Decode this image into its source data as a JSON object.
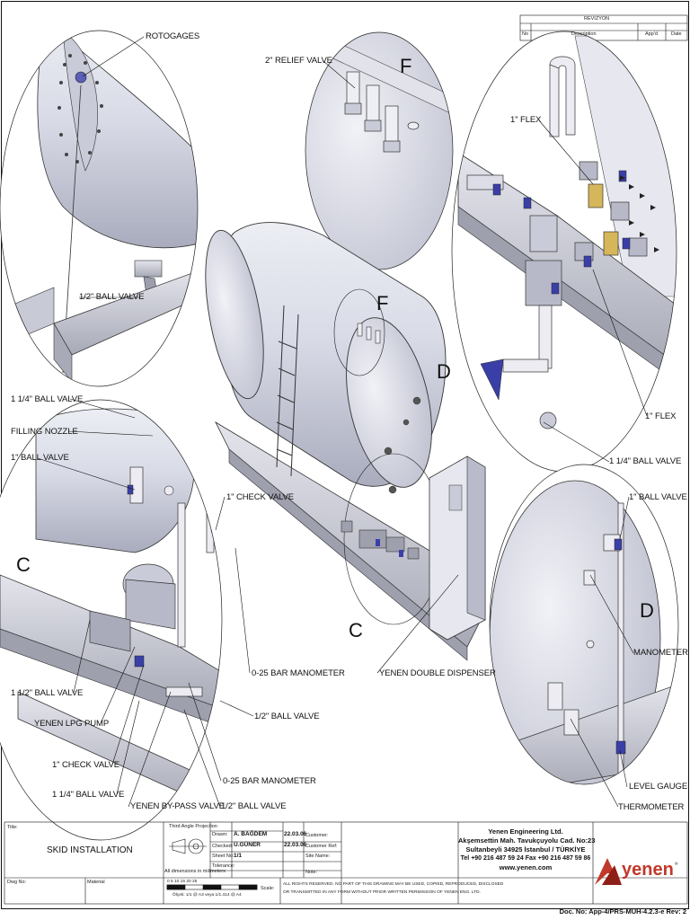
{
  "revision_table": {
    "heading": "REVIZYON",
    "col_no": "No",
    "col_description": "Description",
    "col_app": "App'd",
    "col_date": "Date"
  },
  "callouts": {
    "rotogages": "ROTOGAGES",
    "relief_valve": "2\" RELIEF VALVE",
    "flex_top": "1\" FLEX",
    "half_ball_valve_top": "1/2\" BALL VALVE",
    "ball_valve_114_left": "1 1/4\" BALL VALVE",
    "filling_nozzle": "FILLING NOZZLE",
    "ball_valve_1_left": "1\" BALL VALVE",
    "check_valve_1_mid": "1\" CHECK VALVE",
    "flex_right": "1\" FLEX",
    "ball_valve_114_right": "1 1/4\" BALL VALVE",
    "ball_valve_1_right": "1\" BALL VALVE",
    "bar_manometer_mid": "0-25 BAR MANOMETER",
    "yenen_double_dispenser": "YENEN DOUBLE DISPENSER",
    "manometer": "MANOMETER",
    "ball_valve_112": "1 1/2\" BALL VALVE",
    "half_ball_valve_mid": "1/2\" BALL VALVE",
    "yenen_lpg_pump": "YENEN LPG PUMP",
    "check_valve_1_low": "1\" CHECK VALVE",
    "bar_manometer_low": "0-25 BAR MANOMETER",
    "ball_valve_114_low": "1 1/4\" BALL VALVE",
    "yenen_bypass_valve": "YENEN BY-PASS VALVE",
    "half_ball_valve_low": "1/2\" BALL VALVE",
    "level_gauge": "LEVEL GAUGE",
    "thermometer": "THERMOMETER"
  },
  "detail_letters": {
    "f_top": "F",
    "f_tank": "F",
    "d_tank": "D",
    "c_left": "C",
    "c_tank": "C",
    "d_right": "D"
  },
  "title_block": {
    "title_label": "Title:",
    "title": "SKID INSTALLATION",
    "projection": "Third Angle Projection",
    "drawn_label": "Drawn:",
    "drawn_by": "A. BAĞDEM",
    "drawn_date": "22.03.06",
    "checked_label": "Checked:",
    "checked_by": "Ü.GÜNER",
    "checked_date": "22.03.06",
    "sheet_label": "Sheet No:",
    "sheet_no": "1/1",
    "tolerance_label": "Tolerance:",
    "customer_label": "Customer:",
    "customer_ref_label": "Customer Ref:",
    "site_name_label": "Site Name:",
    "note_label": "Note:",
    "dims_note": "All dimensions in milimeters",
    "dwg_label": "Dwg No:",
    "material_label": "Material",
    "scale_label": "Scale:",
    "scale_ticks": "0   5   10  15  20  25",
    "scale_note": "Ölçek: 1/1 @ A3   veya   1/1.414 @ A4",
    "rights": "ALL RIGHTS RESERVED. NO PART OF THIS DRAWING MAY BE USED, COPIED, REPRODUCED, DISCLOSED",
    "rights2": "OR TRANSMITTED IN ANY FORM WITHOUT PRIOR WRITTEN PERMISSION OF YENEN ENG. LTD."
  },
  "company": {
    "name": "Yenen Engineering Ltd.",
    "address1": "Akşemsettin Mah. Tavukçuyolu Cad. No:23",
    "address2": "Sultanbeyli 34925 İstanbul / TÜRKİYE",
    "phone": "Tel +90 216 487 59 24  Fax +90 216 487 59 86",
    "web": "www.yenen.com",
    "logo_text": "yenen",
    "logo_mark": "®"
  },
  "doc_footer": "Doc. No: App-4/PRS-MUH-4.2.3-e   Rev: 2",
  "colors": {
    "line": "#1a1a1a",
    "tank_fill": "#d9d9e6",
    "frame_fill": "#cfd1dc",
    "valve_blue": "#3a3fa8",
    "logo_red": "#c0392b"
  }
}
